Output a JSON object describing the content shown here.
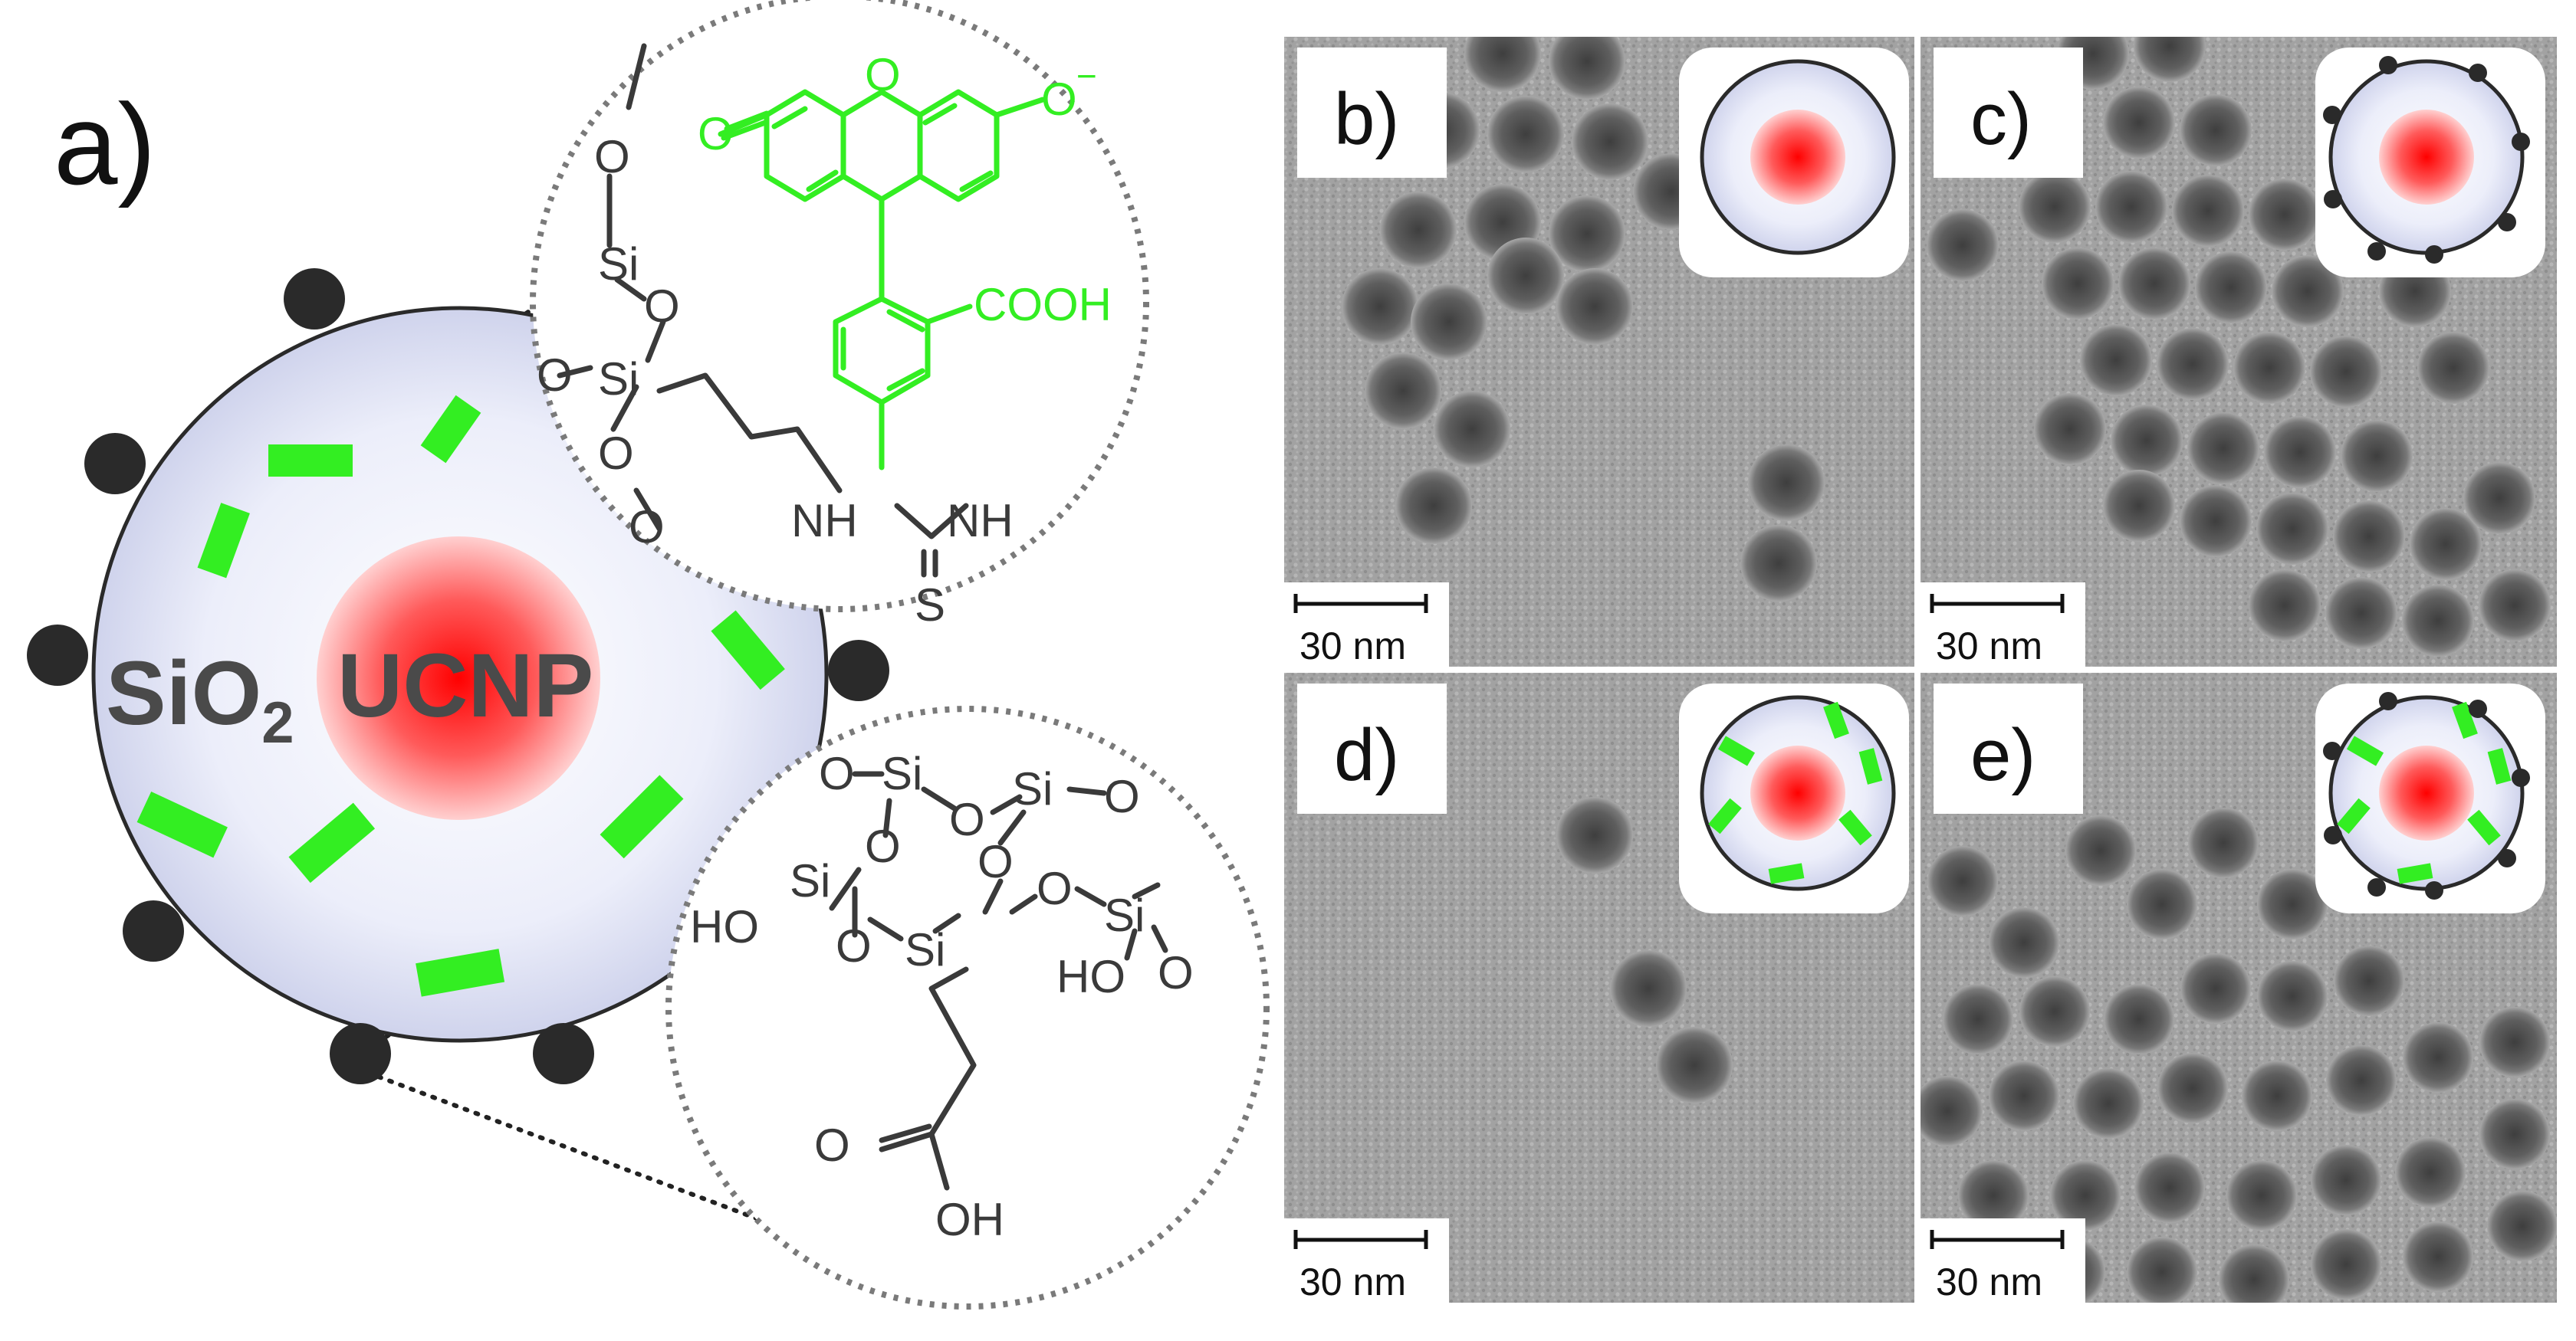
{
  "figure": {
    "panel_labels": {
      "a": "a)",
      "b": "b)",
      "c": "c)",
      "d": "d)",
      "e": "e)"
    },
    "particle": {
      "shell_label": "SiO",
      "shell_subscript": "2",
      "core_label": "UCNP"
    },
    "dye_structure": {
      "O_keto": "O",
      "O_ring": "O",
      "O_anion": "O",
      "charge": "−",
      "acid": "COOH",
      "thiourea_N1": "NH",
      "thiourea_N2": "NH",
      "thiourea_S": "S"
    },
    "silane_linker": {
      "o1": "O",
      "si1": "Si",
      "o2": "O",
      "si2": "Si",
      "o3": "O",
      "o4": "O",
      "o_partial": "O"
    },
    "carboxy_silane": {
      "o_tl": "O",
      "si_tl": "Si",
      "o_tl2": "O",
      "si_tr": "Si",
      "o_tr": "O",
      "o_m1": "O",
      "o_m2": "O",
      "si_l": "Si",
      "o_l": "O",
      "ho_l": "HO",
      "si_c": "Si",
      "o_r": "O",
      "si_r": "Si",
      "ho_r": "HO",
      "o_rr": "O",
      "carbonyl_o": "O",
      "oh": "OH"
    },
    "scale_bar_label": "30 nm",
    "colors": {
      "dye": "#33ee22",
      "core": "#ff1a1a",
      "shell": "#d9dcf0",
      "dots": "#2a2a2a"
    }
  }
}
